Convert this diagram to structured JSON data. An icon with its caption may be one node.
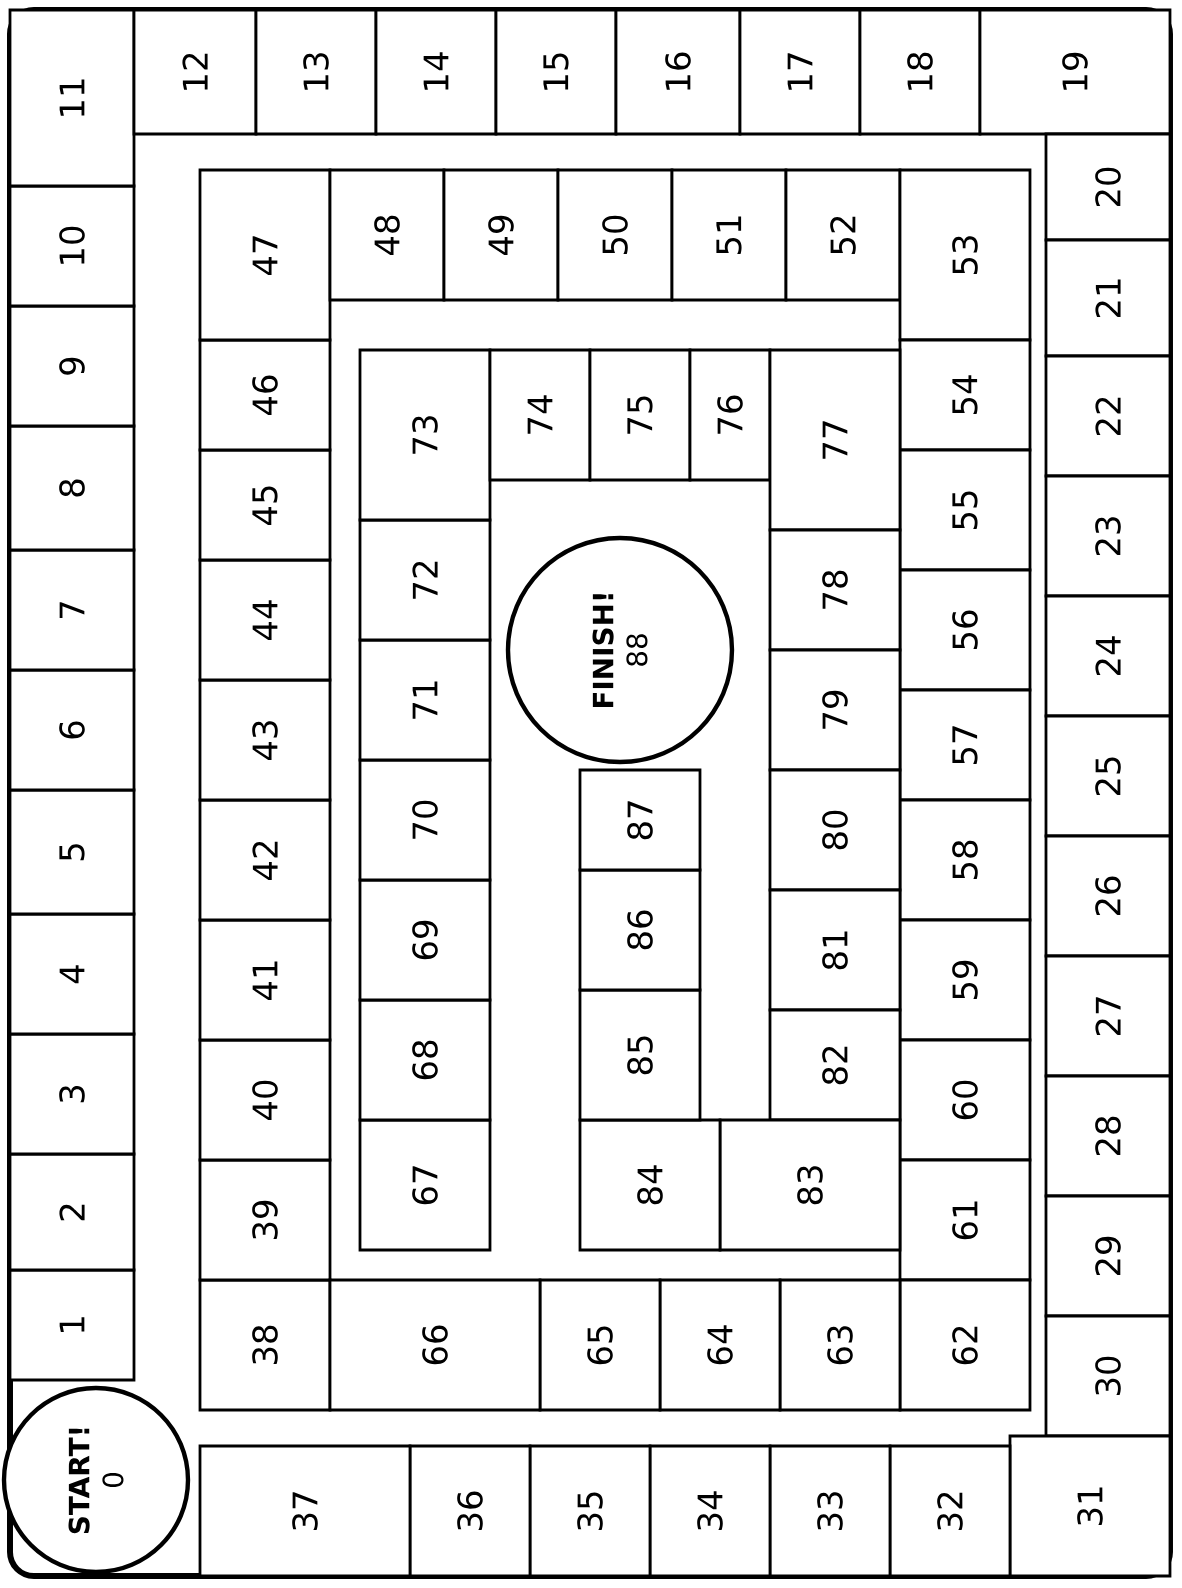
{
  "diagram": {
    "nodes": [
      {
        "text": [
          "START!",
          "0"
        ]
      },
      {
        "text": [
          "1"
        ]
      },
      {
        "text": [
          "2"
        ]
      },
      {
        "text": [
          "3"
        ]
      },
      {
        "text": [
          "4"
        ]
      },
      {
        "text": [
          "5"
        ]
      },
      {
        "text": [
          "6"
        ]
      },
      {
        "text": [
          "7"
        ]
      },
      {
        "text": [
          "8"
        ]
      },
      {
        "text": [
          "9"
        ]
      },
      {
        "text": [
          "10"
        ]
      },
      {
        "text": [
          "11"
        ]
      },
      {
        "text": [
          "12"
        ]
      },
      {
        "text": [
          "13"
        ]
      },
      {
        "text": [
          "14"
        ]
      },
      {
        "text": [
          "15"
        ]
      },
      {
        "text": [
          "16"
        ]
      },
      {
        "text": [
          "17"
        ]
      },
      {
        "text": [
          "18"
        ]
      },
      {
        "text": [
          "19"
        ]
      },
      {
        "text": [
          "20"
        ]
      },
      {
        "text": [
          "21"
        ]
      },
      {
        "text": [
          "22"
        ]
      },
      {
        "text": [
          "23"
        ]
      },
      {
        "text": [
          "24"
        ]
      },
      {
        "text": [
          "25"
        ]
      },
      {
        "text": [
          "26"
        ]
      },
      {
        "text": [
          "27"
        ]
      },
      {
        "text": [
          "28"
        ]
      },
      {
        "text": [
          "29"
        ]
      },
      {
        "text": [
          "30"
        ]
      },
      {
        "text": [
          "31"
        ]
      },
      {
        "text": [
          "32"
        ]
      },
      {
        "text": [
          "33"
        ]
      },
      {
        "text": [
          "34"
        ]
      },
      {
        "text": [
          "35"
        ]
      },
      {
        "text": [
          "36"
        ]
      },
      {
        "text": [
          "37"
        ]
      },
      {
        "text": [
          "38"
        ]
      },
      {
        "text": [
          "39"
        ]
      },
      {
        "text": [
          "40"
        ]
      },
      {
        "text": [
          "41"
        ]
      },
      {
        "text": [
          "42"
        ]
      },
      {
        "text": [
          "43"
        ]
      },
      {
        "text": [
          "44"
        ]
      },
      {
        "text": [
          "45"
        ]
      },
      {
        "text": [
          "46"
        ]
      },
      {
        "text": [
          "47"
        ]
      },
      {
        "text": [
          "48"
        ]
      },
      {
        "text": [
          "49"
        ]
      },
      {
        "text": [
          "50"
        ]
      },
      {
        "text": [
          "51"
        ]
      },
      {
        "text": [
          "52"
        ]
      },
      {
        "text": [
          "53"
        ]
      },
      {
        "text": [
          "54"
        ]
      },
      {
        "text": [
          "55"
        ]
      },
      {
        "text": [
          "56"
        ]
      },
      {
        "text": [
          "57"
        ]
      },
      {
        "text": [
          "58"
        ]
      },
      {
        "text": [
          "59"
        ]
      },
      {
        "text": [
          "60"
        ]
      },
      {
        "text": [
          "61"
        ]
      },
      {
        "text": [
          "62"
        ]
      },
      {
        "text": [
          "63"
        ]
      },
      {
        "text": [
          "64"
        ]
      },
      {
        "text": [
          "65"
        ]
      },
      {
        "text": [
          "66"
        ]
      },
      {
        "text": [
          "67"
        ]
      },
      {
        "text": [
          "68"
        ]
      },
      {
        "text": [
          "69"
        ]
      },
      {
        "text": [
          "70"
        ]
      },
      {
        "text": [
          "71"
        ]
      },
      {
        "text": [
          "72"
        ]
      },
      {
        "text": [
          "73"
        ]
      },
      {
        "text": [
          "74"
        ]
      },
      {
        "text": [
          "75"
        ]
      },
      {
        "text": [
          "76"
        ]
      },
      {
        "text": [
          "77"
        ]
      },
      {
        "text": [
          "78"
        ]
      },
      {
        "text": [
          "79"
        ]
      },
      {
        "text": [
          "80"
        ]
      },
      {
        "text": [
          "81"
        ]
      },
      {
        "text": [
          "82"
        ]
      },
      {
        "text": [
          "83"
        ]
      },
      {
        "text": [
          "84"
        ]
      },
      {
        "text": [
          "85"
        ]
      },
      {
        "text": [
          "86"
        ]
      },
      {
        "text": [
          "87"
        ]
      },
      {
        "text": [
          "FINISH!",
          "88"
        ]
      }
    ]
  }
}
